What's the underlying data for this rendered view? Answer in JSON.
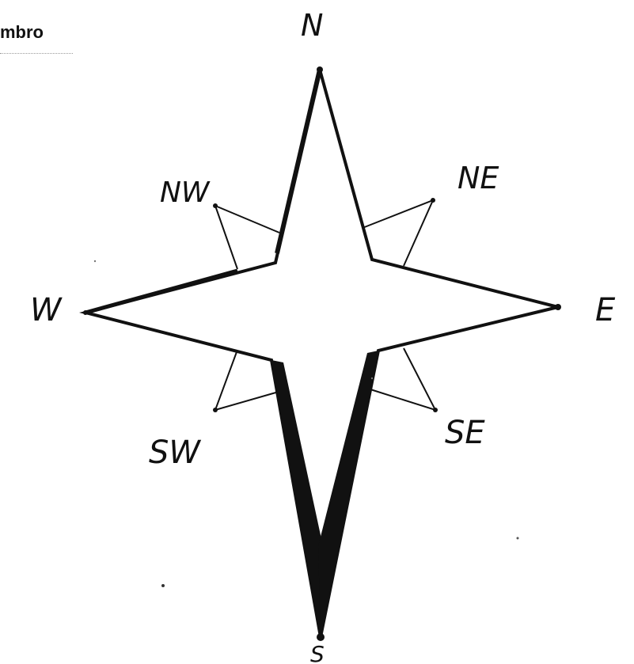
{
  "fragment_text": "mbro",
  "directions": {
    "N": "N",
    "NE": "NE",
    "E": "E",
    "SE": "SE",
    "S": "S",
    "SW": "SW",
    "W": "W",
    "NW": "NW"
  }
}
